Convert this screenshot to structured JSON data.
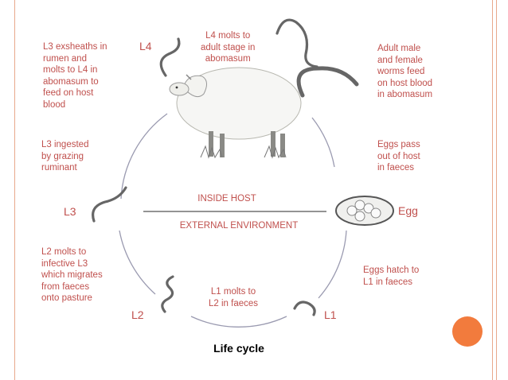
{
  "stages": {
    "l4": "L4",
    "l3": "L3",
    "l2": "L2",
    "l1": "L1",
    "egg": "Egg"
  },
  "texts": {
    "l3_exsheaths": "L3 exsheaths in\nrumen and\nmolts to L4 in\nabomasum to\nfeed on host\nblood",
    "l4_molts": "L4 molts to\nadult stage in\nabomasum",
    "adults_feed": "Adult male\nand female\nworms feed\non host blood\nin abomasum",
    "l3_ingested": "L3 ingested\nby grazing\nruminant",
    "eggs_pass": "Eggs pass\nout of host\nin faeces",
    "inside_host": "INSIDE HOST",
    "external_env": "EXTERNAL ENVIRONMENT",
    "l2_molts": "L2 molts to\ninfective L3\nwhich migrates\nfrom faeces\nonto pasture",
    "eggs_hatch": "Eggs hatch to\nL1 in faeces",
    "l1_molts": "L1 molts to\nL2 in faeces"
  },
  "caption": "Life cycle",
  "colors": {
    "text": "#c0504d",
    "circle": "#8a8aa0",
    "accent_dot": "#f27b3d",
    "border": "#e8a98c"
  }
}
